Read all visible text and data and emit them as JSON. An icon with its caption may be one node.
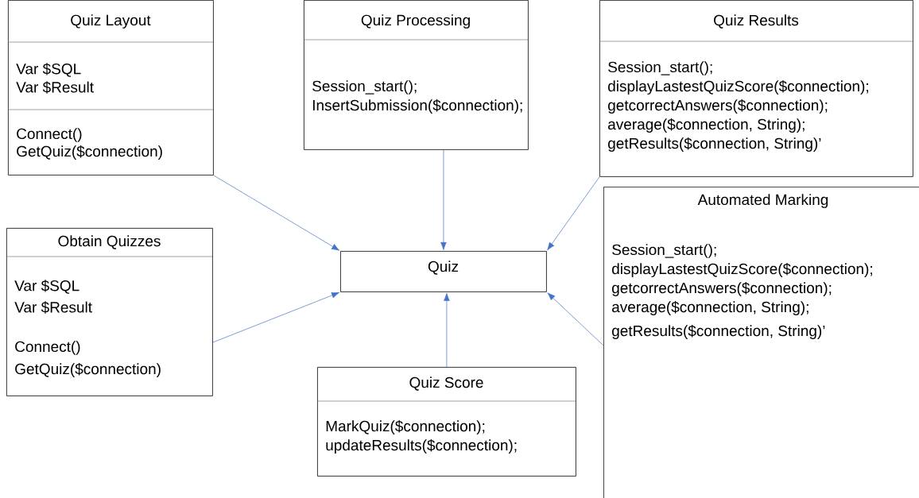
{
  "diagram": {
    "nodes": [
      {
        "text": [
          "Quiz Layout",
          "Var $SQL",
          "Var $Result",
          "Connect()",
          "GetQuiz($connection)"
        ]
      },
      {
        "text": [
          "Quiz Processing",
          "Session_start();",
          "InsertSubmission($connection);"
        ]
      },
      {
        "text": [
          "Quiz Results",
          "Session_start();",
          "displayLastestQuizScore($connection);",
          "getcorrectAnswers($connection);",
          "average($connection, String);",
          "getResults($connection, String)’"
        ]
      },
      {
        "text": [
          "Obtain Quizzes",
          "Var $SQL",
          "Var $Result",
          "Connect()",
          "GetQuiz($connection)"
        ]
      },
      {
        "text": [
          "Quiz"
        ]
      },
      {
        "text": [
          "Automated Marking",
          "Session_start();",
          "displayLastestQuizScore($connection);",
          "getcorrectAnswers($connection);",
          "average($connection, String);",
          "getResults($connection, String)’"
        ]
      },
      {
        "text": [
          "Quiz Score",
          "MarkQuiz($connection);",
          "updateResults($connection);"
        ]
      }
    ],
    "edges": [
      {
        "from": 0,
        "to": 4,
        "arrow": "to"
      },
      {
        "from": 1,
        "to": 4,
        "arrow": "to"
      },
      {
        "from": 2,
        "to": 4,
        "arrow": "to"
      },
      {
        "from": 3,
        "to": 4,
        "arrow": "to"
      },
      {
        "from": 5,
        "to": 4,
        "arrow": "to"
      },
      {
        "from": 6,
        "to": 4,
        "arrow": "to"
      }
    ]
  }
}
